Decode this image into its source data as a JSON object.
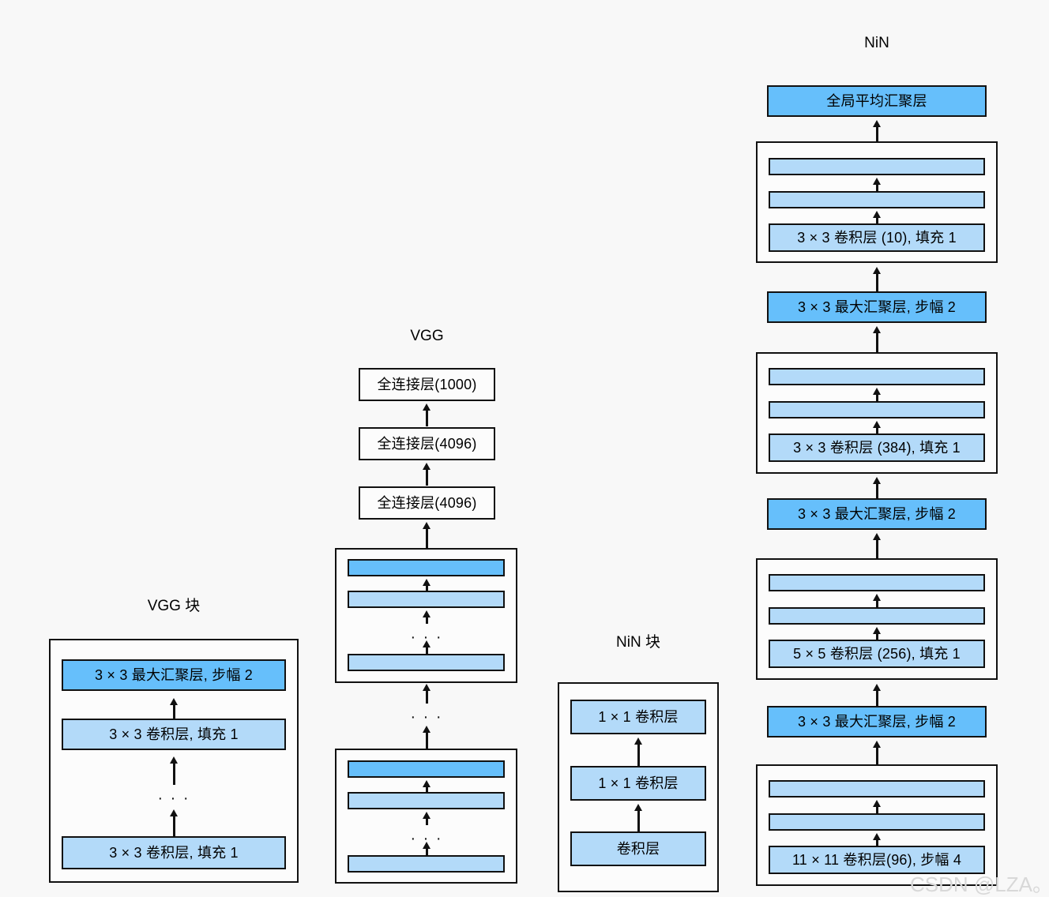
{
  "figure": {
    "background": "#f8f8f8",
    "fill_light": "#b3daf9",
    "fill_dark": "#66bffb",
    "stroke": "#111111",
    "watermark": "CSDN @LZA。",
    "ellipsis": "· · ·"
  },
  "vgg_block": {
    "title": "VGG 块",
    "nodes": [
      {
        "label": "3 × 3 最大汇聚层, 步幅 2",
        "shade": "dark"
      },
      {
        "label": "3 × 3 卷积层, 填充 1",
        "shade": "light"
      },
      {
        "label": "3 × 3 卷积层, 填充 1",
        "shade": "light"
      }
    ]
  },
  "vgg": {
    "title": "VGG",
    "nodes": [
      {
        "label": "全连接层(1000)",
        "shade": "plain"
      },
      {
        "label": "全连接层(4096)",
        "shade": "plain"
      },
      {
        "label": "全连接层(4096)",
        "shade": "plain"
      }
    ],
    "block_top": {
      "bars": [
        {
          "label": "",
          "shade": "dark"
        },
        {
          "label": "",
          "shade": "light"
        },
        {
          "label": "",
          "shade": "light"
        }
      ]
    },
    "block_bottom": {
      "bars": [
        {
          "label": "",
          "shade": "dark"
        },
        {
          "label": "",
          "shade": "light"
        },
        {
          "label": "",
          "shade": "light"
        }
      ]
    }
  },
  "nin_block": {
    "title": "NiN 块",
    "nodes": [
      {
        "label": "1 × 1 卷积层",
        "shade": "light"
      },
      {
        "label": "1 × 1 卷积层",
        "shade": "light"
      },
      {
        "label": "卷积层",
        "shade": "light"
      }
    ]
  },
  "nin": {
    "title": "NiN",
    "head": {
      "label": "全局平均汇聚层",
      "shade": "dark"
    },
    "stages": [
      {
        "name": "nin-block-4",
        "bars": [
          {
            "label": "",
            "shade": "light"
          },
          {
            "label": "",
            "shade": "light"
          },
          {
            "label": "3 × 3 卷积层 (10), 填充 1",
            "shade": "light"
          }
        ]
      },
      {
        "name": "nin-block-3",
        "bars": [
          {
            "label": "",
            "shade": "light"
          },
          {
            "label": "",
            "shade": "light"
          },
          {
            "label": "3 × 3 卷积层 (384), 填充 1",
            "shade": "light"
          }
        ]
      },
      {
        "name": "nin-block-2",
        "bars": [
          {
            "label": "",
            "shade": "light"
          },
          {
            "label": "",
            "shade": "light"
          },
          {
            "label": "5 × 5 卷积层 (256), 填充 1",
            "shade": "light"
          }
        ]
      },
      {
        "name": "nin-block-1",
        "bars": [
          {
            "label": "",
            "shade": "light"
          },
          {
            "label": "",
            "shade": "light"
          },
          {
            "label": "11 × 11 卷积层(96), 步幅 4",
            "shade": "light"
          }
        ]
      }
    ],
    "pools": [
      {
        "label": "3 × 3 最大汇聚层, 步幅 2",
        "shade": "dark"
      },
      {
        "label": "3 × 3 最大汇聚层, 步幅 2",
        "shade": "dark"
      },
      {
        "label": "3 × 3 最大汇聚层, 步幅 2",
        "shade": "dark"
      }
    ]
  }
}
